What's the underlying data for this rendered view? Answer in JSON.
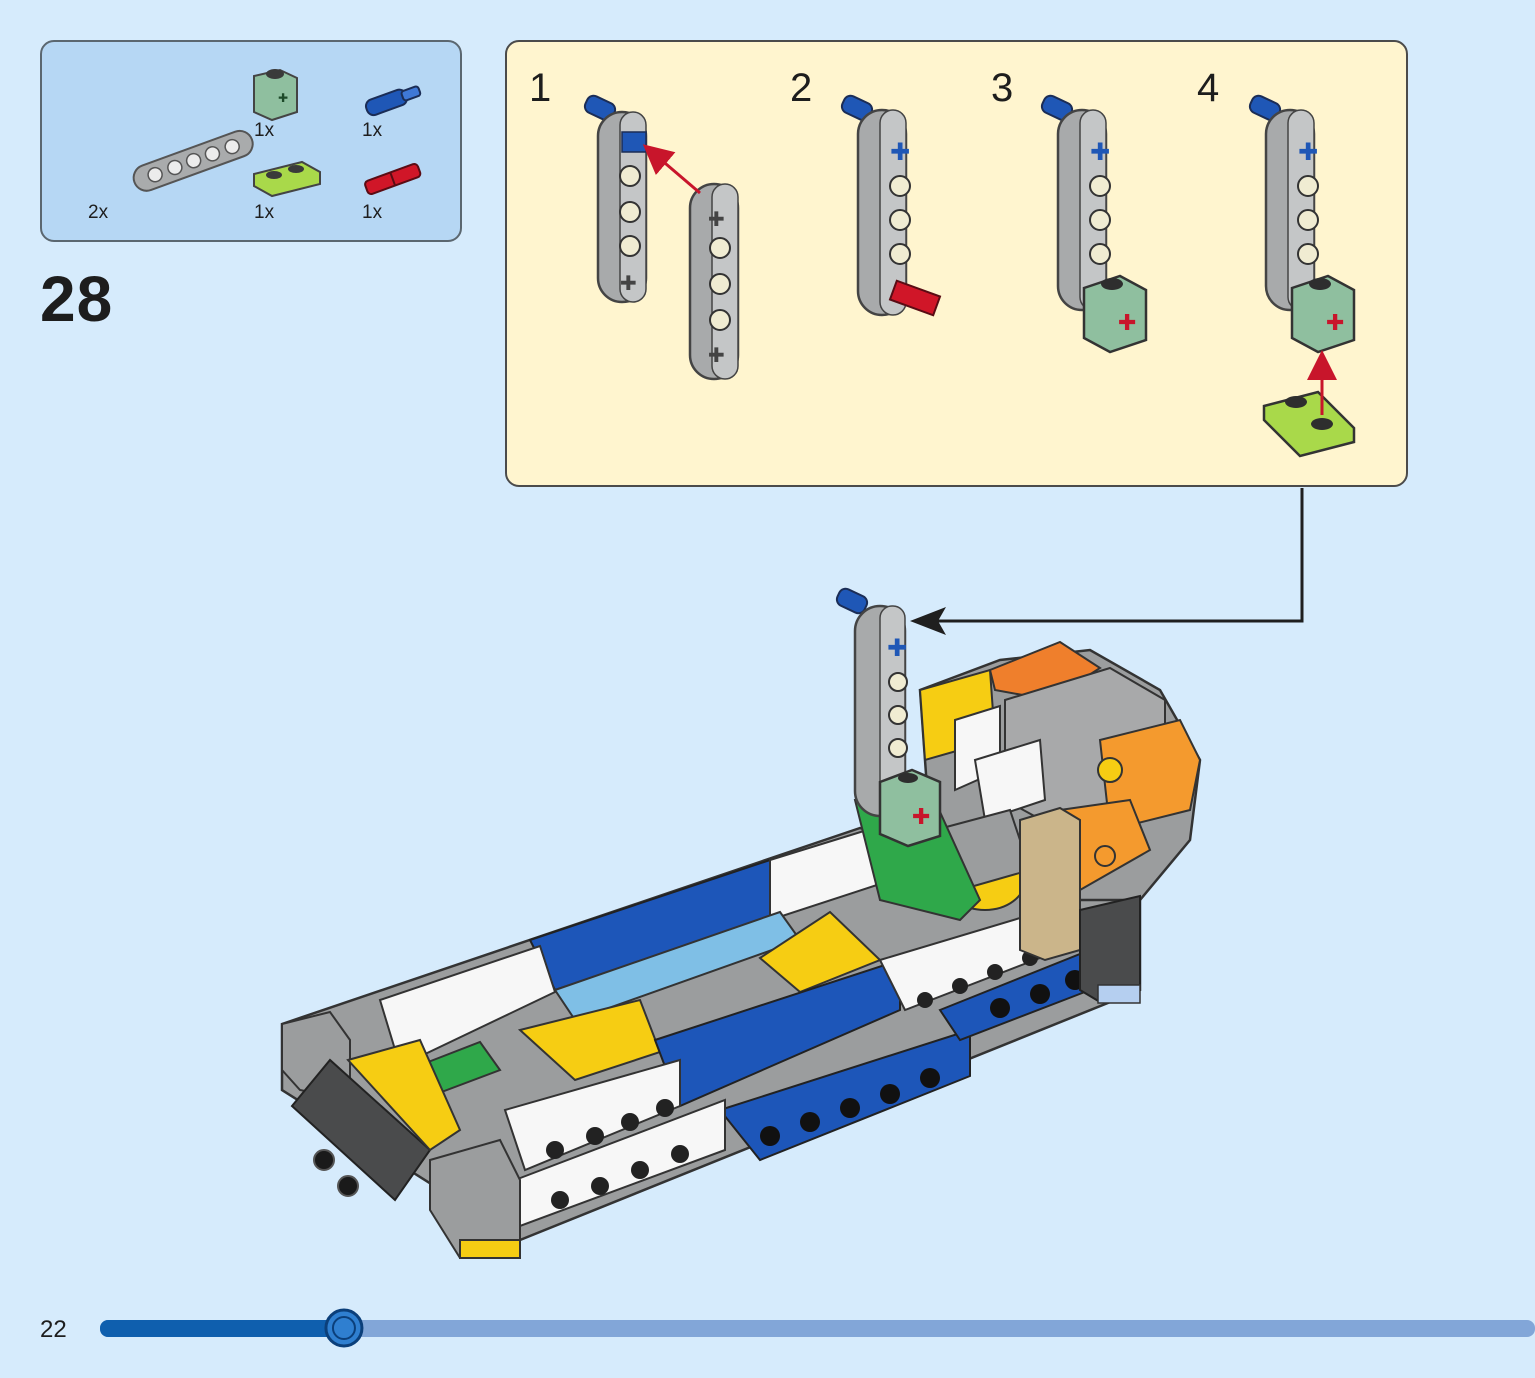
{
  "parts_list": {
    "items": [
      {
        "name": "beam-5-gray",
        "qty": "2x"
      },
      {
        "name": "brick-1x1-axle-sand-green",
        "qty": "1x"
      },
      {
        "name": "axle-pin-blue",
        "qty": "1x"
      },
      {
        "name": "plate-1x2-lime",
        "qty": "1x"
      },
      {
        "name": "axle-connector-red",
        "qty": "1x"
      }
    ]
  },
  "step": {
    "number": "28"
  },
  "sub_assembly": {
    "steps": [
      "1",
      "2",
      "3",
      "4"
    ]
  },
  "footer": {
    "page_number": "22",
    "progress": 0.17
  },
  "colors": {
    "page_bg": "#d6ebfc",
    "parts_bg": "#b6d7f4",
    "sub_bg": "#fff5cf",
    "progress_fill": "#0f5fae",
    "progress_track": "#82a6d8",
    "arrow_red": "#c8152b"
  }
}
